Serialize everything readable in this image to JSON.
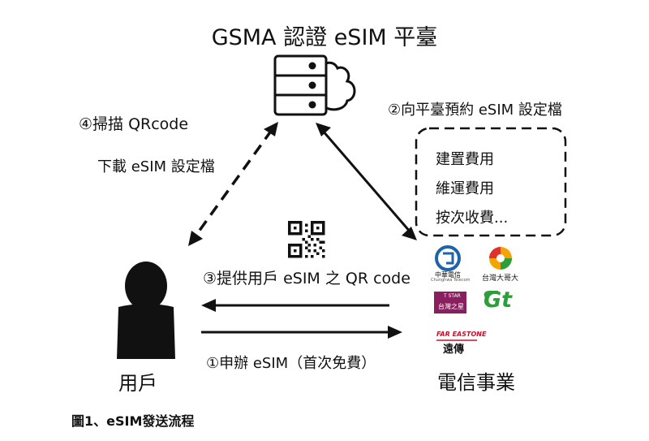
{
  "title": "GSMA 認證 eSIM 平臺",
  "steps": {
    "step4": "④掃描 QRcode",
    "download": "下載 eSIM 設定檔",
    "step2": "②向平臺預約 eSIM 設定檔",
    "step3": "③提供用戶 eSIM 之 QR code",
    "step1": "①申辦 eSIM（首次免費）"
  },
  "fees": [
    "建置費用",
    "維運費用",
    "按次收費..."
  ],
  "labels": {
    "user": "用戶",
    "telecom": "電信事業"
  },
  "logos": {
    "cht_name": "中華電信",
    "cht_sub": "Chunghwa Telecom",
    "tm_name": "台灣大哥大",
    "tstar": "T STAR",
    "tstar_name": "台灣之星",
    "gt": "Gt",
    "fet_en": "FAR EASTONE",
    "fet_name": "遠傳"
  },
  "caption": "圖1、eSIM發送流程",
  "colors": {
    "line": "#111111",
    "tstar": "#8a1f5f",
    "gt": "#2e9e3a",
    "fet": "#c8102e",
    "cht": "#1f63a8"
  },
  "icons": [
    "server-cloud-icon",
    "user-icon",
    "qr-code-icon",
    "arrow-icon"
  ]
}
